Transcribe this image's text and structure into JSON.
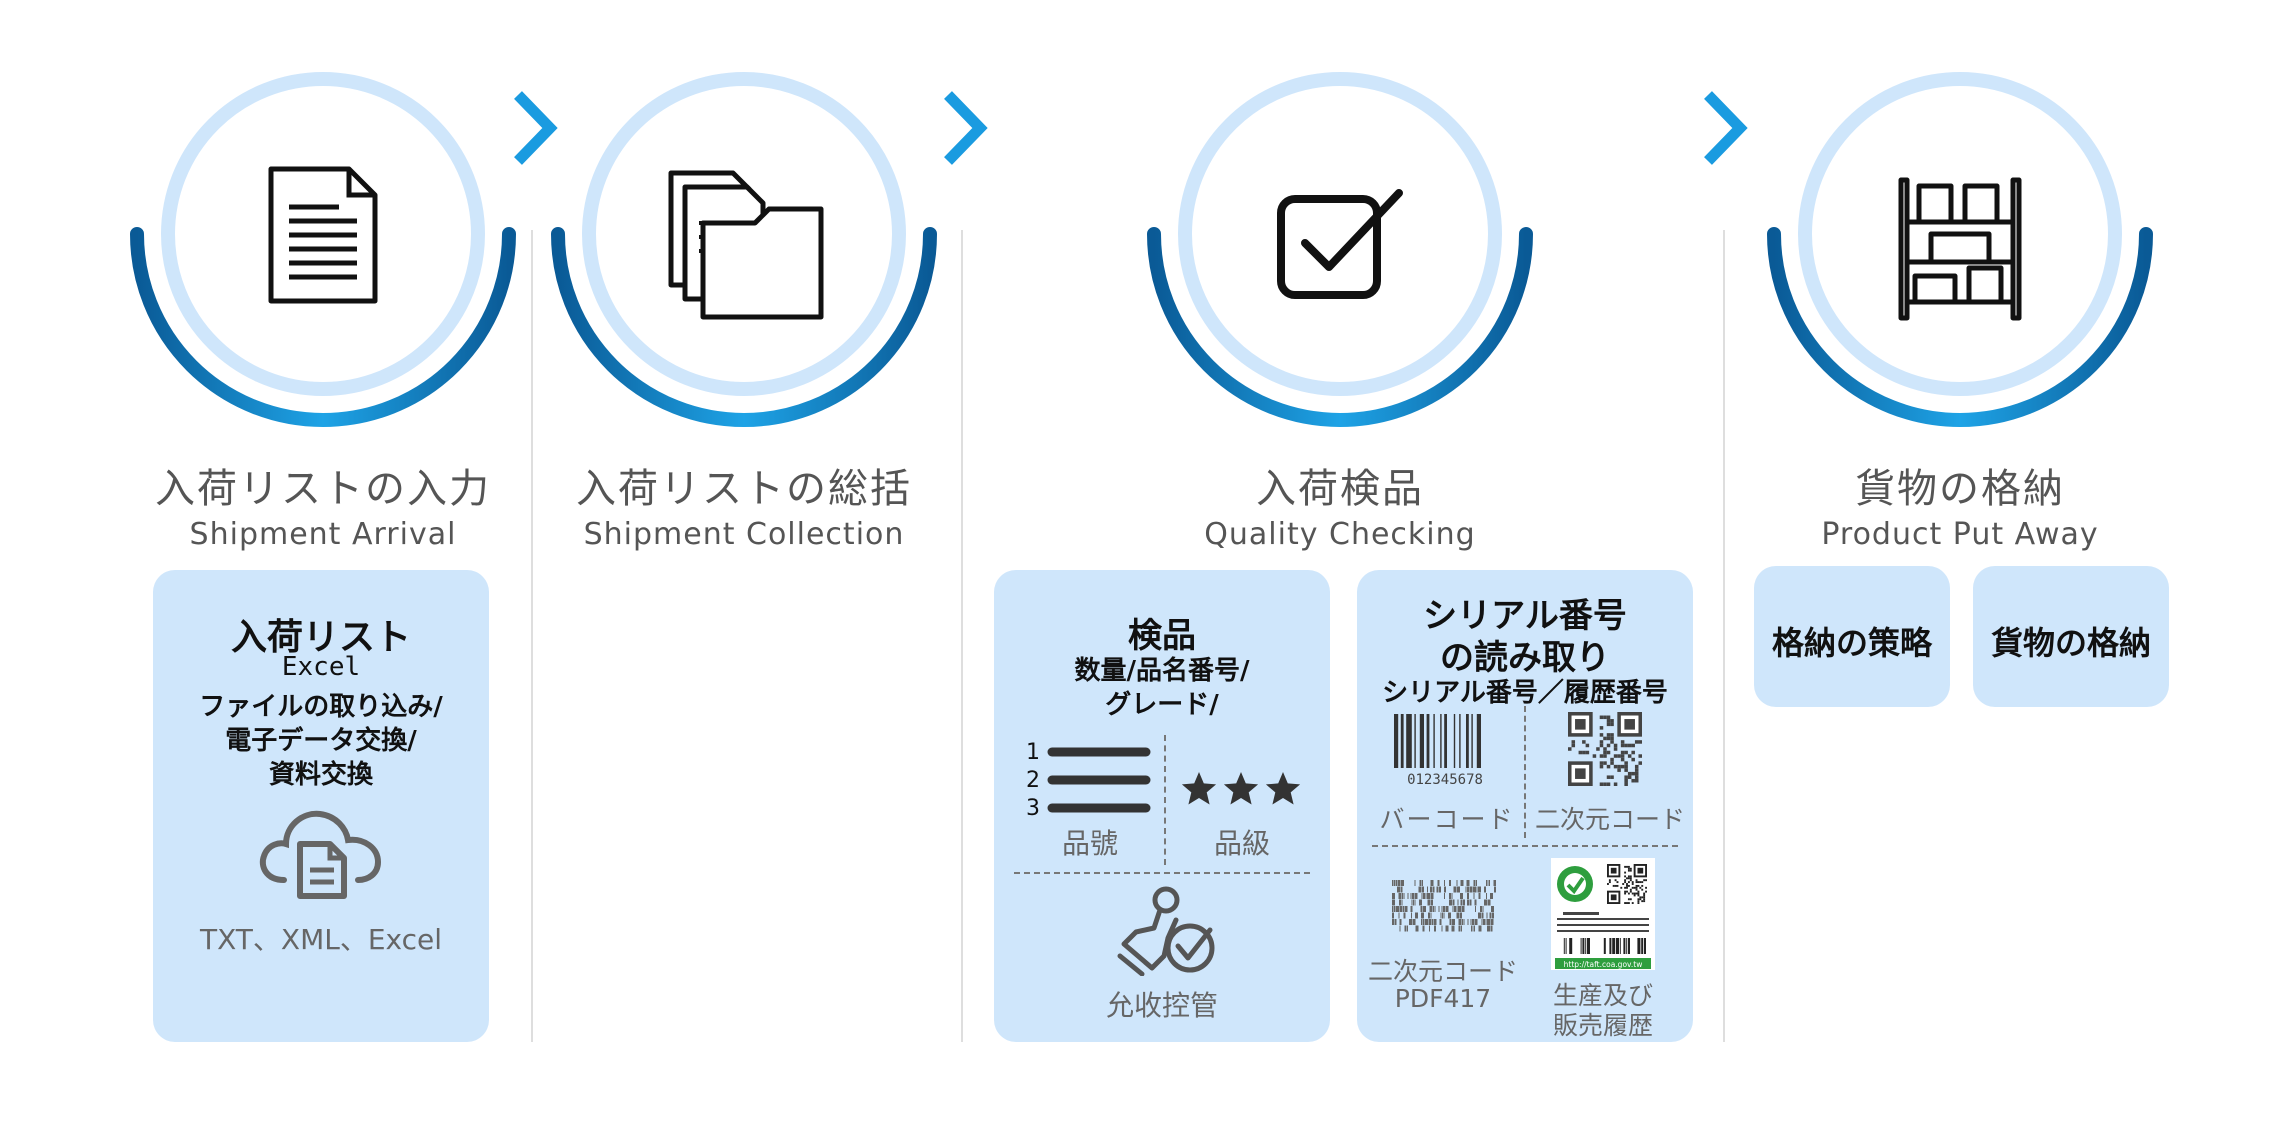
{
  "steps": [
    {
      "title": "入荷リストの入力",
      "subtitle": "Shipment Arrival",
      "icon": "document-icon"
    },
    {
      "title": "入荷リストの総括",
      "subtitle": "Shipment Collection",
      "icon": "files-folder-icon"
    },
    {
      "title": "入荷検品",
      "subtitle": "Quality Checking",
      "icon": "checkbox-icon"
    },
    {
      "title": "貨物の格納",
      "subtitle": "Product Put Away",
      "icon": "warehouse-shelf-icon"
    }
  ],
  "arrival_card": {
    "heading": "入荷リスト",
    "line1": "Excel",
    "line2": "ファイルの取り込み/",
    "line3": "電子データ交換/",
    "line4": "資料交換",
    "icon": "cloud-document-icon",
    "formats": "TXT、XML、Excel"
  },
  "inspection_card": {
    "heading": "検品",
    "line1": "数量/品名番号/",
    "line2": "グレード/",
    "list_numbers": [
      "1",
      "2",
      "3"
    ],
    "item_label": "品號",
    "grade_label": "品級",
    "stamp_label": "允收控管"
  },
  "serial_card": {
    "heading1": "シリアル番号",
    "heading2": "の読み取り",
    "line1": "シリアル番号／履歴番号",
    "barcode_digits": "012345678",
    "barcode_label": "バーコード",
    "qr_label": "二次元コード",
    "pdf417_label1": "二次元コード",
    "pdf417_label2": "PDF417",
    "trace_label1": "生産及び",
    "trace_label2": "販売履歴",
    "trace_url": "http://taft.coa.gov.tw"
  },
  "putaway_cards": [
    "格納の策略",
    "貨物の格納"
  ],
  "colors": {
    "ring_light": "#cfe6fb",
    "ring_dark": "#0a5f9c",
    "ring_mid": "#1a9be0",
    "card": "#cfe6fb"
  }
}
